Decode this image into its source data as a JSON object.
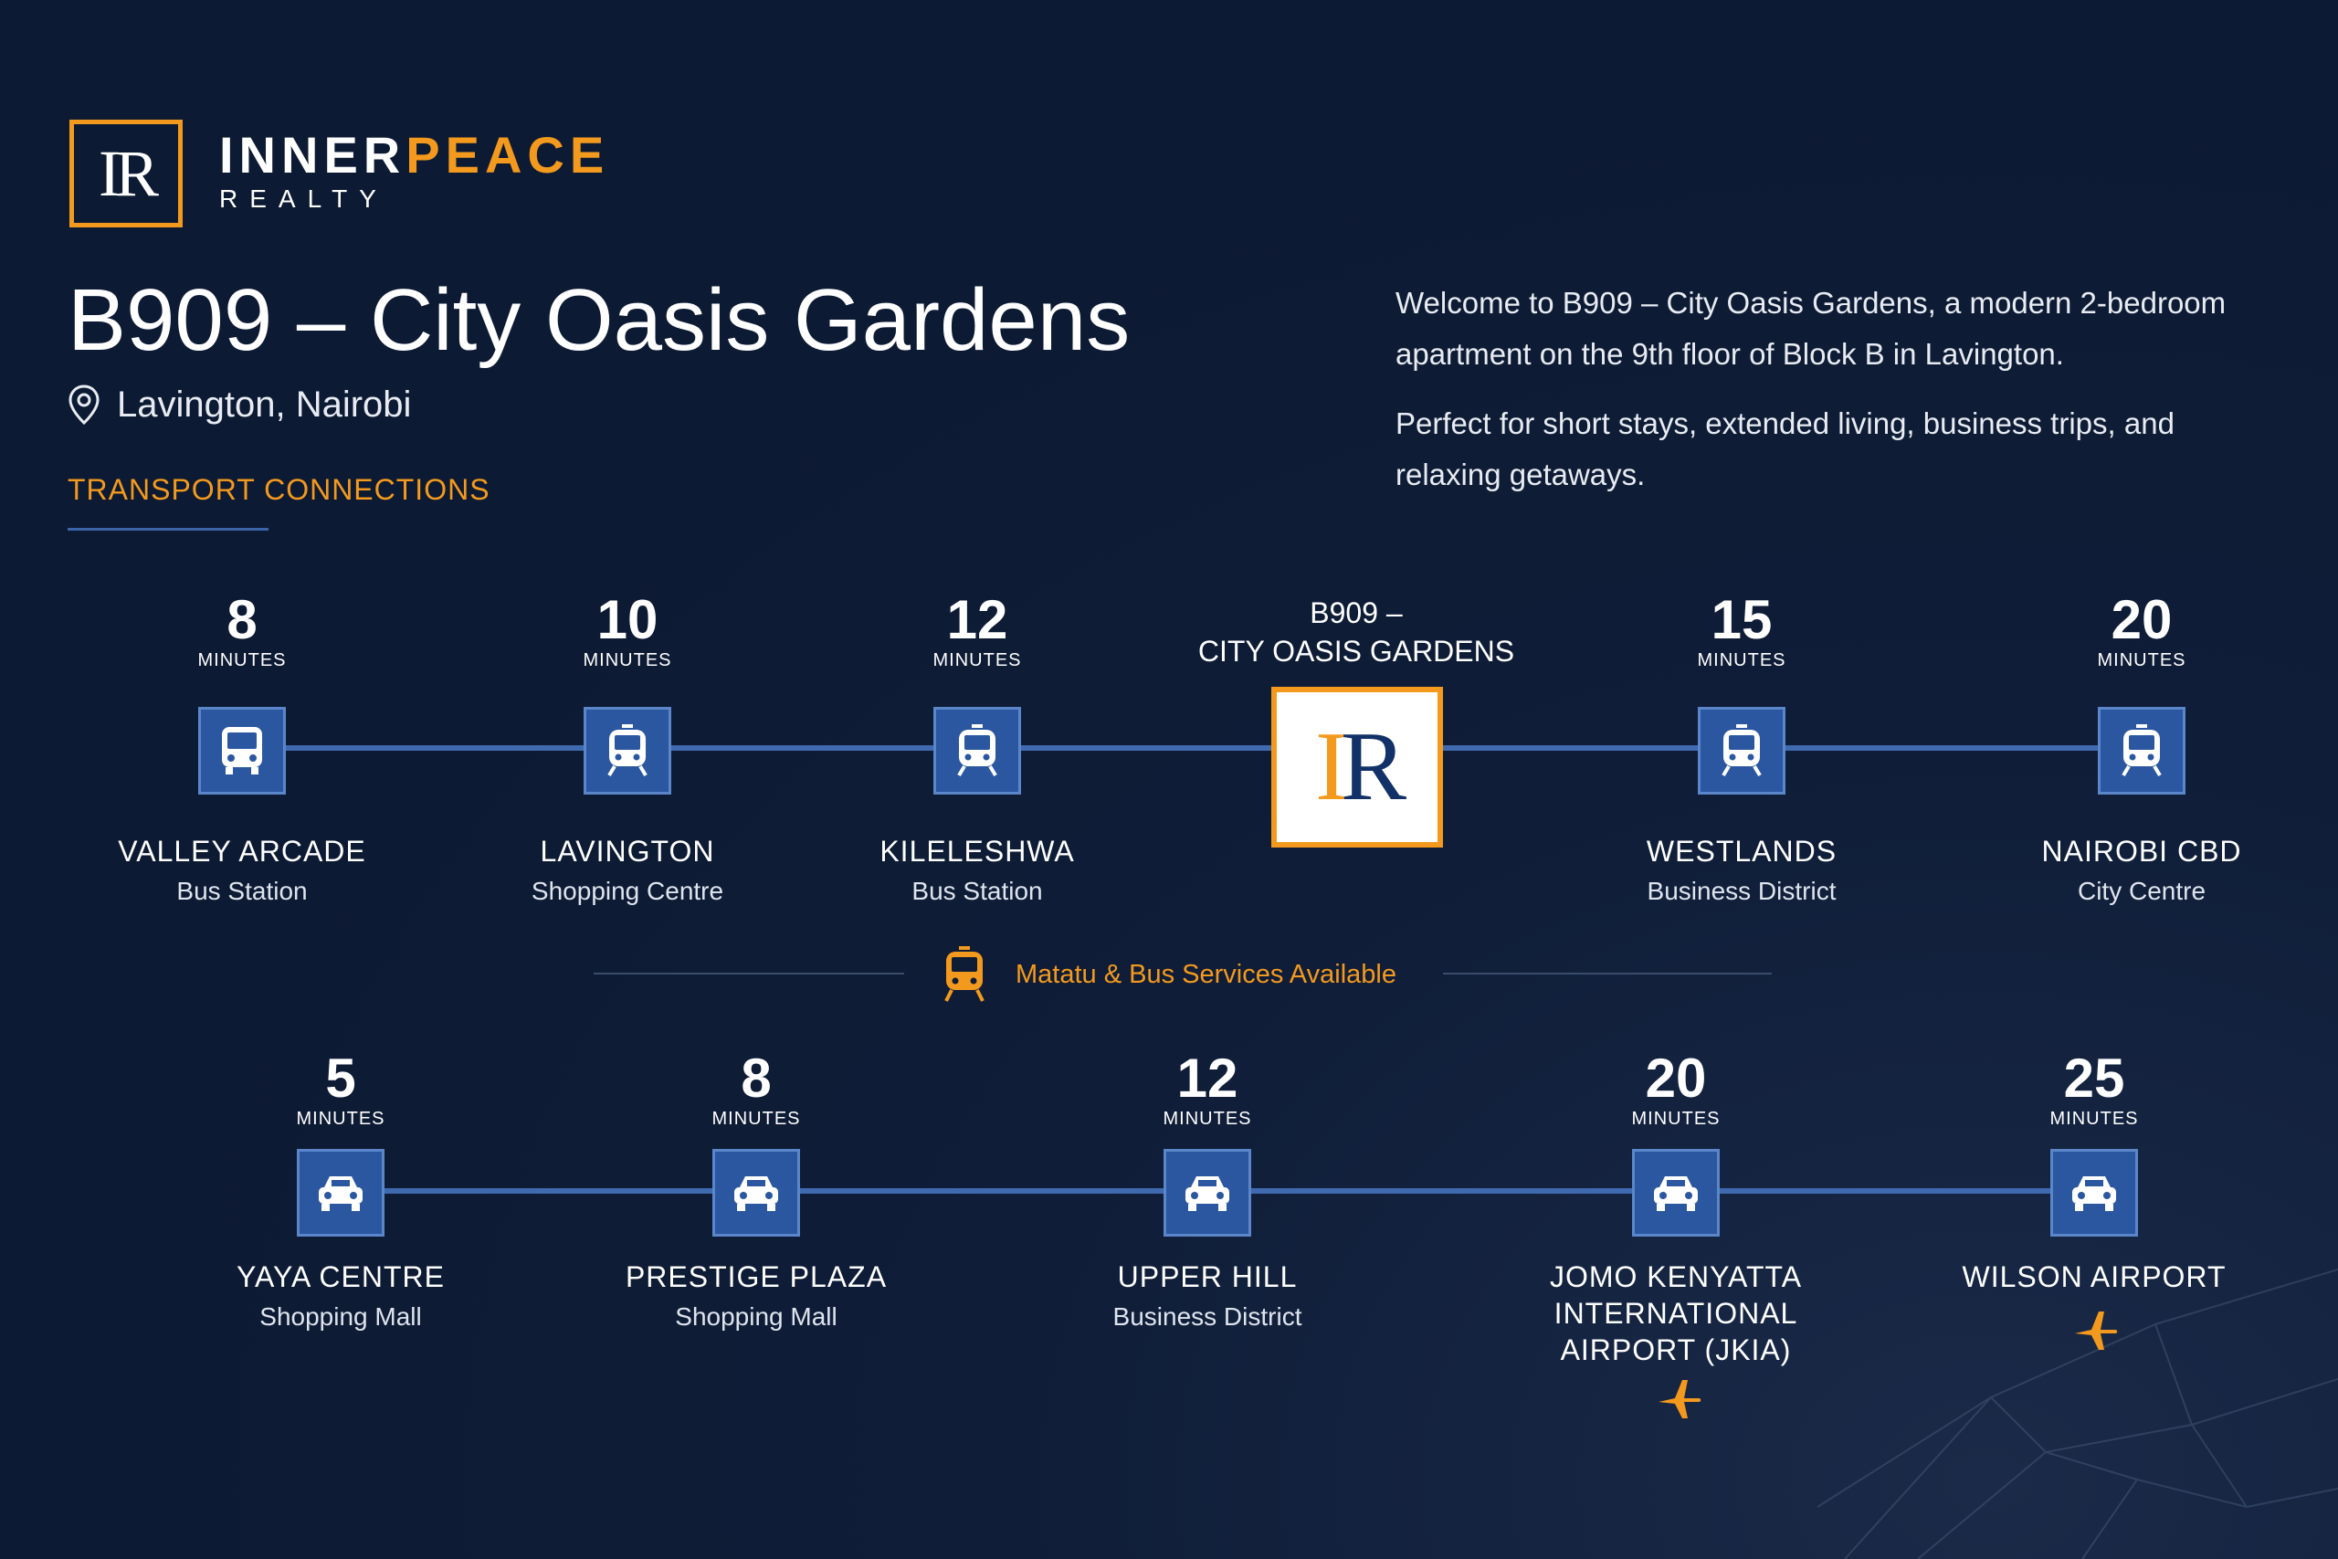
{
  "brand": {
    "logo_mark": "IR",
    "name_white": "INNER",
    "name_orange": "PEACE",
    "sub": "REALTY"
  },
  "property": {
    "title": "B909 – City Oasis Gardens",
    "location": "Lavington, Nairobi",
    "section_label": "TRANSPORT CONNECTIONS",
    "intro_1": "Welcome to B909 – City Oasis Gardens, a modern 2-bedroom apartment on the 9th floor of Block B in Lavington.",
    "intro_2": "Perfect for short stays, extended living, business trips, and relaxing getaways."
  },
  "center": {
    "line1": "B909 –",
    "line2": "CITY OASIS GARDENS",
    "mark_i": "I",
    "mark_r": "R"
  },
  "transit_row": [
    {
      "minutes": "8",
      "unit": "MINUTES",
      "name": "VALLEY ARCADE",
      "sub": "Bus Station",
      "icon": "bus-icon"
    },
    {
      "minutes": "10",
      "unit": "MINUTES",
      "name": "LAVINGTON",
      "sub": "Shopping Centre",
      "icon": "tram-icon"
    },
    {
      "minutes": "12",
      "unit": "MINUTES",
      "name": "KILELESHWA",
      "sub": "Bus Station",
      "icon": "tram-icon"
    },
    {
      "minutes": "15",
      "unit": "MINUTES",
      "name": "WESTLANDS",
      "sub": "Business District",
      "icon": "tram-icon"
    },
    {
      "minutes": "20",
      "unit": "MINUTES",
      "name": "NAIROBI CBD",
      "sub": "City Centre",
      "icon": "tram-icon"
    }
  ],
  "services_label": "Matatu & Bus Services Available",
  "car_row": [
    {
      "minutes": "5",
      "unit": "MINUTES",
      "name": "YAYA CENTRE",
      "sub": "Shopping Mall",
      "icon": "car-icon"
    },
    {
      "minutes": "8",
      "unit": "MINUTES",
      "name": "PRESTIGE PLAZA",
      "sub": "Shopping Mall",
      "icon": "car-icon"
    },
    {
      "minutes": "12",
      "unit": "MINUTES",
      "name": "UPPER HILL",
      "sub": "Business District",
      "icon": "car-icon"
    },
    {
      "minutes": "20",
      "unit": "MINUTES",
      "name": "JOMO KENYATTA INTERNATIONAL AIRPORT (JKIA)",
      "sub": "",
      "icon": "car-icon"
    },
    {
      "minutes": "25",
      "unit": "MINUTES",
      "name": "WILSON AIRPORT",
      "sub": "",
      "icon": "car-icon"
    }
  ],
  "colors": {
    "background": "#0e1c36",
    "accent": "#f39a1e",
    "track": "#3f6ab0",
    "icon_box": "#2b57a1"
  }
}
